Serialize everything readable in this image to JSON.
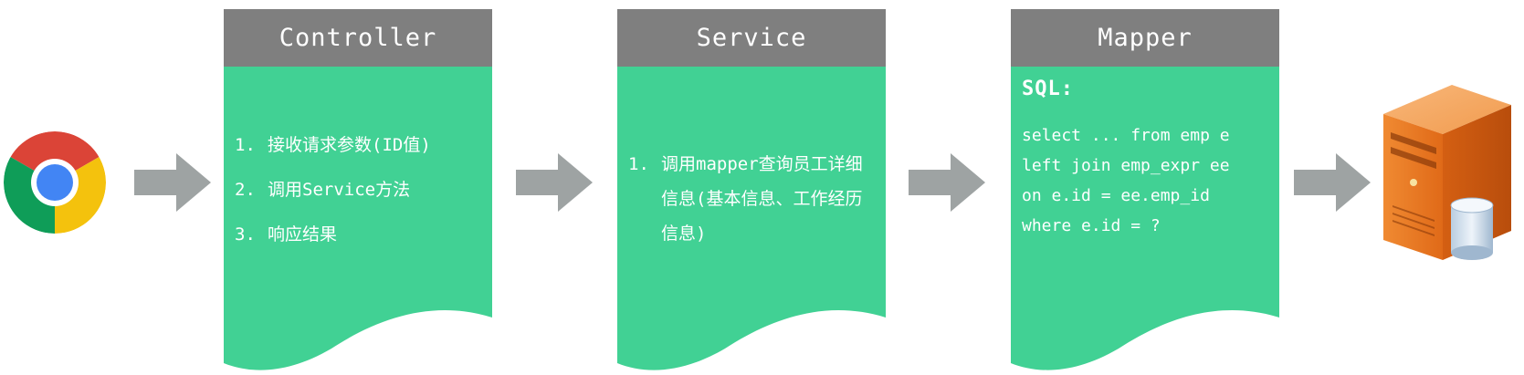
{
  "colors": {
    "header": "#7f7f7f",
    "card": "#41d194",
    "arrow": "#9ea3a3",
    "text": "#ffffff"
  },
  "nodes": {
    "browser": {
      "icon": "chrome-browser-icon"
    },
    "controller": {
      "title": "Controller",
      "items": [
        {
          "num": "1.",
          "text": "接收请求参数(ID值)"
        },
        {
          "num": "2.",
          "text": "调用Service方法"
        },
        {
          "num": "3.",
          "text": "响应结果"
        }
      ]
    },
    "service": {
      "title": "Service",
      "items": [
        {
          "num": "1.",
          "text": "调用mapper查询员工详细信息(基本信息、工作经历信息)"
        }
      ]
    },
    "mapper": {
      "title": "Mapper",
      "sql_label": "SQL:",
      "sql_lines": [
        "select ... from emp e",
        "left join emp_expr ee",
        "on e.id = ee.emp_id",
        "where e.id = ?"
      ]
    },
    "database": {
      "icon": "database-server-icon"
    }
  }
}
